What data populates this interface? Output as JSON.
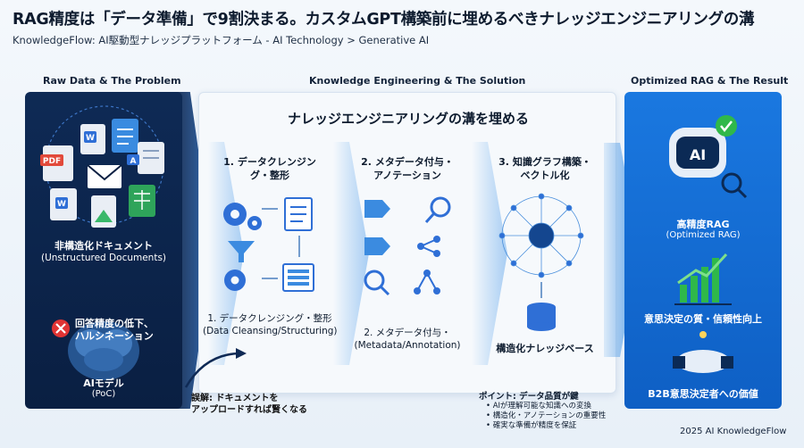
{
  "header": {
    "title": "RAG精度は「データ準備」で9割決まる。カスタムGPT構築前に埋めるべきナレッジエンジニアリングの溝",
    "subtitle": "KnowledgeFlow: AI駆動型ナレッジプラットフォーム - AI Technology > Generative AI"
  },
  "columns": {
    "left": "Raw Data & The Problem",
    "middle": "Knowledge Engineering & The Solution",
    "right": "Optimized RAG & The Result"
  },
  "left": {
    "doc_label_jp": "非構造化ドキュメント",
    "doc_label_en": "(Unstructured Documents)",
    "pdf_badge": "PDF",
    "warning_line1": "回答精度の低下、",
    "warning_line2": "ハルシネーション",
    "model_label": "AIモデル",
    "model_sub": "(PoC)"
  },
  "middle": {
    "panel_title": "ナレッジエンジニアリングの溝を埋める",
    "step1_title_l1": "1. データクレンジン",
    "step1_title_l2": "グ・整形",
    "step2_title_l1": "2. メタデータ付与・",
    "step2_title_l2": "アノテーション",
    "step3_title_l1": "3. 知識グラフ構築・",
    "step3_title_l2": "ベクトル化",
    "step1_caption_l1": "1. データクレンジング・整形",
    "step1_caption_l2": "(Data Cleansing/Structuring)",
    "step2_caption_l1": "2. メタデータ付与・",
    "step2_caption_l2": "(Metadata/Annotation)",
    "step3_caption": "構造化ナレッジベース"
  },
  "right": {
    "ai_badge": "AI",
    "result1_jp": "高精度RAG",
    "result1_en": "(Optimized RAG)",
    "result2": "意思決定の質・信頼性向上",
    "result3": "B2B意思決定者への価値"
  },
  "footer": {
    "misconception_l1": "誤解: ドキュメントを",
    "misconception_l2": "アップロードすれば賢くなる",
    "point_title": "ポイント: データ品質が鍵",
    "points": [
      "AIが理解可能な知識への変換",
      "構造化・アノテーションの重要性",
      "確実な準備が精度を保証"
    ],
    "copyright": "2025 AI KnowledgeFlow"
  },
  "colors": {
    "left_panel": "#0a1f42",
    "right_panel": "#1470d8",
    "accent": "#2b8de0",
    "warning": "#e03434",
    "success": "#2fb84a"
  }
}
